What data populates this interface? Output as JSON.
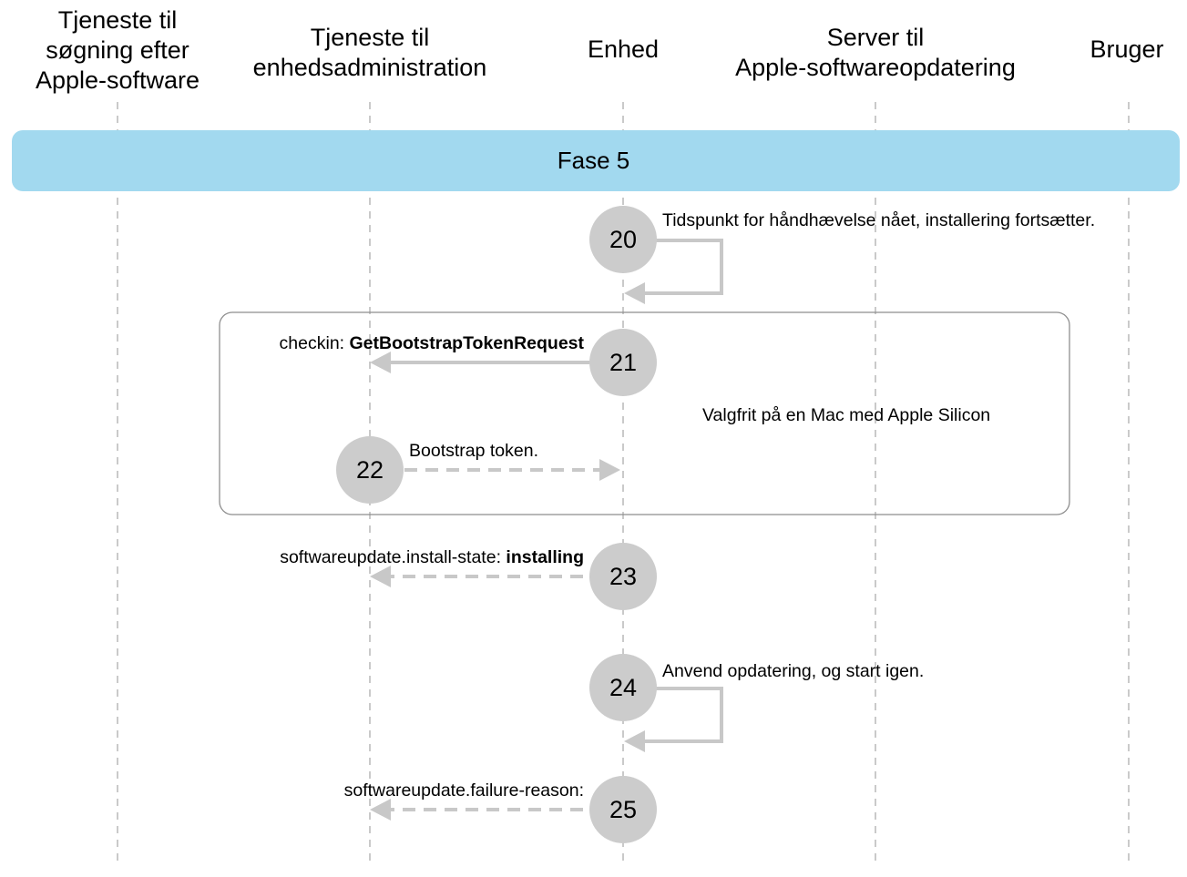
{
  "lanes": [
    {
      "title": "Tjeneste til\nsøgning efter\nApple-software"
    },
    {
      "title": "Tjeneste til\nenhedsadministration"
    },
    {
      "title": "Enhed"
    },
    {
      "title": "Server til\nApple-softwareopdatering"
    },
    {
      "title": "Bruger"
    }
  ],
  "phase": {
    "label": "Fase 5",
    "color": "#a2d9ef"
  },
  "optional_group": {
    "label": "Valgfrit på en Mac med Apple Silicon"
  },
  "steps": [
    {
      "number": "20",
      "text": "Tidspunkt for håndhævelse nået, installering fortsætter."
    },
    {
      "number": "21",
      "text_prefix": "checkin: ",
      "text_bold": "GetBootstrapTokenRequest"
    },
    {
      "number": "22",
      "text": "Bootstrap token."
    },
    {
      "number": "23",
      "text_prefix": "softwareupdate.install-state: ",
      "text_bold": "installing"
    },
    {
      "number": "24",
      "text": "Anvend opdatering, og start igen."
    },
    {
      "number": "25",
      "text": "softwareupdate.failure-reason:"
    }
  ],
  "colors": {
    "step_circle": "#cccccc",
    "arrow": "#c8c8c8",
    "lifeline": "#b8b8b8",
    "group_border": "#8e8e8e"
  }
}
